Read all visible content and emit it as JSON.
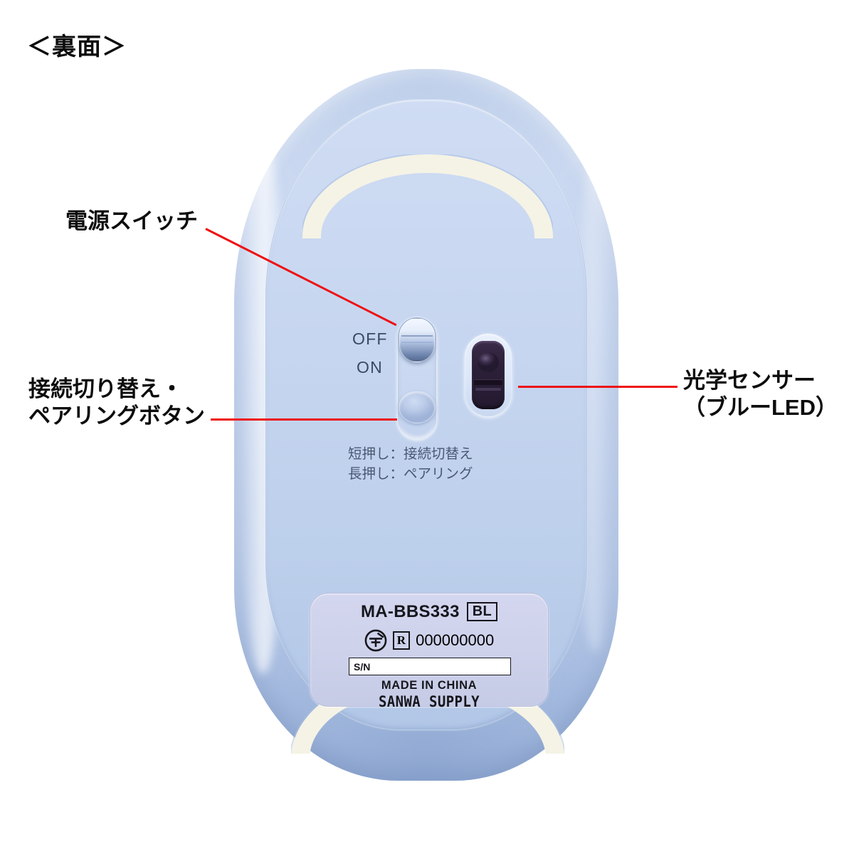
{
  "page": {
    "title": "＜裏面＞"
  },
  "callouts": [
    {
      "id": "power-switch",
      "text": "電源スイッチ"
    },
    {
      "id": "pairing-button",
      "line1": "接続切り替え・",
      "line2": "ペアリングボタン"
    },
    {
      "id": "optical-sensor",
      "line1": "光学センサー",
      "line2": "（ブルーLED）"
    }
  ],
  "device": {
    "switch": {
      "off_label": "OFF",
      "on_label": "ON",
      "position": "OFF"
    },
    "hints": {
      "short_press": "短押し：接続切替え",
      "long_press": "長押し：ペアリング"
    },
    "label": {
      "model": "MA-BBS333",
      "color_code": "BL",
      "giteki_mark": "giteki-conformity-icon",
      "r_mark": "R",
      "r_number": "000000000",
      "serial_label": "S/N",
      "serial_value": "",
      "made_in": "MADE IN CHINA",
      "brand": "SANWA SUPPLY"
    }
  },
  "colors": {
    "leader_line": "#ee1111",
    "body_light": "#c6d5ef",
    "body_shadow": "#a9bee2",
    "glide_pad": "#f5f3e5",
    "sensor_dark": "#241a30",
    "label_plate": "#cdd1ea",
    "text_dark": "#0d0d0d",
    "text_on_device": "#4a5875"
  }
}
